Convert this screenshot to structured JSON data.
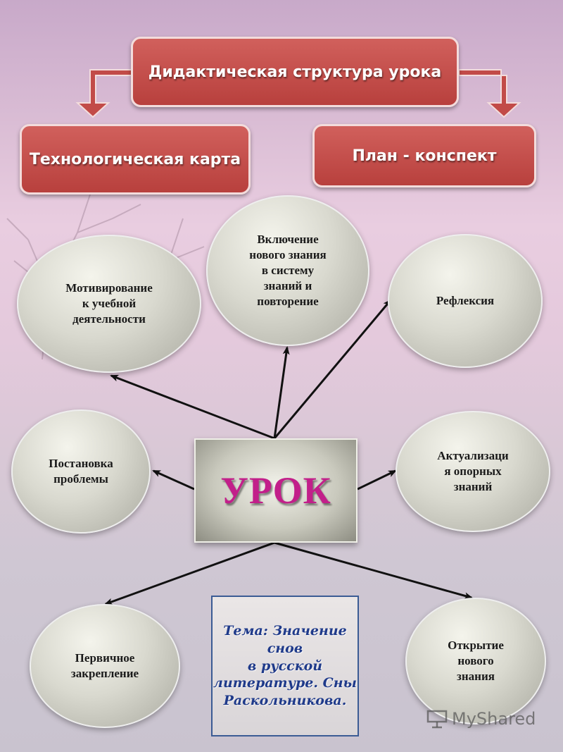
{
  "title": "Дидактическая структура урока",
  "left_branch": "Технологическая карта",
  "right_branch": "План - конспект",
  "center": "УРОК",
  "stages": {
    "motivation": "Мотивирование\nк учебной\nдеятельности",
    "inclusion": "Включение\nнового знания\nв систему\nзнаний и\nповторение",
    "reflection": "Рефлексия",
    "problem": "Постановка\nпроблемы",
    "actualization": "Актуализаци\nя опорных\nзнаний",
    "consolidation": "Первичное\nзакрепление",
    "discovery": "Открытие\nнового\nзнания"
  },
  "theme": "Тема: Значение\nснов\nв русской\nлитературе. Сны\nРаскольникова.",
  "watermark": "MyShared",
  "colors": {
    "header_box": "#c24b48",
    "center_text": "#c21f8a",
    "theme_text": "#1f3a8a"
  }
}
